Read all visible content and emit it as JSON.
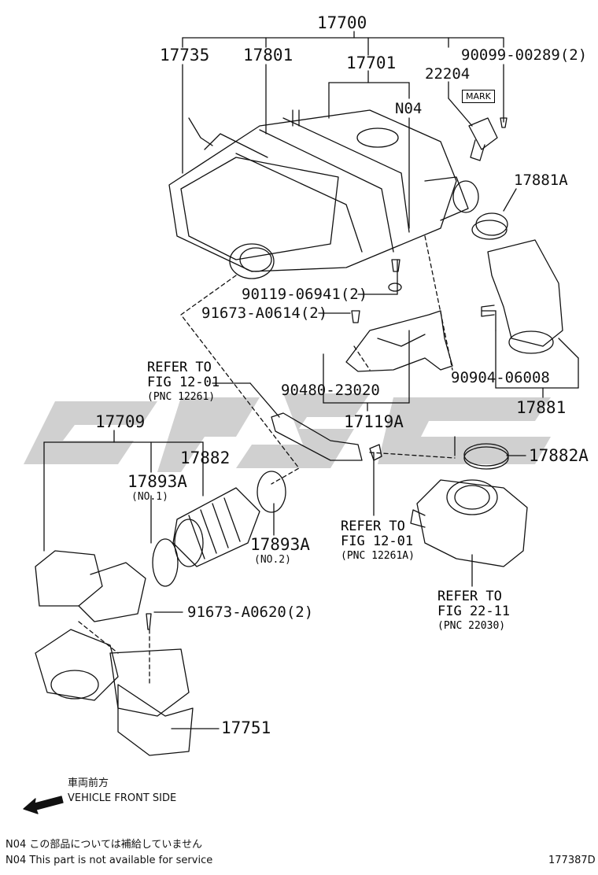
{
  "parts": {
    "p17700": "17700",
    "p17735": "17735",
    "p17801": "17801",
    "p17701": "17701",
    "p90099": "90099-00289(2)",
    "p22204": "22204",
    "mark": "MARK",
    "n04": "N04",
    "p17881a": "17881A",
    "p90119": "90119-06941(2)",
    "p91673_0614": "91673-A0614(2)",
    "p90480": "90480-23020",
    "p17119a": "17119A",
    "p90904": "90904-06008",
    "p17881": "17881",
    "p17709": "17709",
    "p17882": "17882",
    "p17893a_1": "17893A",
    "p17893a_1_sub": "(NO.1)",
    "p17893a_2": "17893A",
    "p17893a_2_sub": "(NO.2)",
    "p17882a": "17882A",
    "p91673_0620": "91673-A0620(2)",
    "p17751": "17751"
  },
  "refers": {
    "r1": {
      "l1": "REFER TO",
      "l2": "FIG 12-01",
      "l3": "(PNC 12261)"
    },
    "r2": {
      "l1": "REFER TO",
      "l2": "FIG 12-01",
      "l3": "(PNC 12261A)"
    },
    "r3": {
      "l1": "REFER TO",
      "l2": "FIG 22-11",
      "l3": "(PNC 22030)"
    }
  },
  "footer": {
    "direction_jp": "車両前方",
    "direction_en": "VEHICLE FRONT SIDE",
    "note_jp": "N04 この部品については補給していません",
    "note_en": "N04 This part is not available for service",
    "figure_id": "177387D"
  },
  "colors": {
    "ink": "#111111",
    "watermark": "#c8c8c8"
  }
}
